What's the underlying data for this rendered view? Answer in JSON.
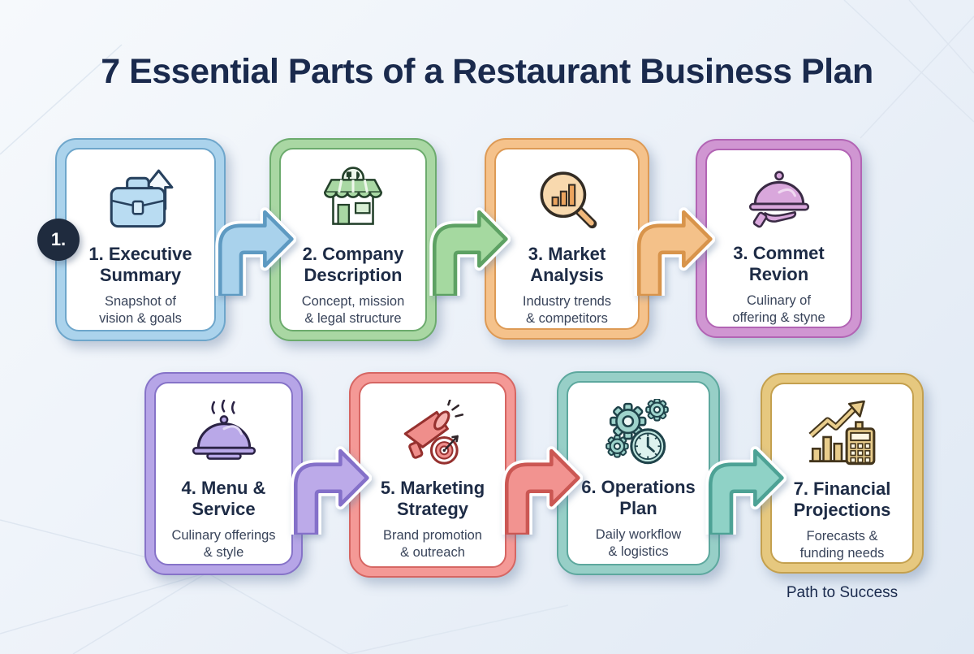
{
  "title": "7 Essential Parts of a Restaurant Business Plan",
  "badge_label": "1.",
  "footer_note": "Path to Success",
  "colors": {
    "title_text": "#1a2a4d",
    "card_title_text": "#1d2b45",
    "card_subtitle_text": "#39445a",
    "badge_bg": "#1f2b3e",
    "badge_text": "#ffffff"
  },
  "cards": [
    {
      "id": "executive-summary",
      "icon": "briefcase-growth-icon",
      "title": "1. Executive\nSummary",
      "subtitle": "Snapshot of\nvision & goals",
      "band": "#abd3ec",
      "stroke": "#6ea6cb"
    },
    {
      "id": "company-description",
      "icon": "storefront-icon",
      "title": "2. Company\nDescription",
      "subtitle": "Concept, mission\n& legal structure",
      "band": "#a9d7a3",
      "stroke": "#6cab6d"
    },
    {
      "id": "market-analysis",
      "icon": "market-analysis-icon",
      "title": "3. Market\nAnalysis",
      "subtitle": "Industry trends\n& competitors",
      "band": "#f5c28b",
      "stroke": "#dd9a55"
    },
    {
      "id": "commet-revion",
      "icon": "cloche-hand-icon",
      "title": "3. Commet\nRevion",
      "subtitle": "Culinary of\noffering & styne",
      "band": "#d096d2",
      "stroke": "#b264b4"
    },
    {
      "id": "menu-service",
      "icon": "cloche-steam-icon",
      "title": "4. Menu &\nService",
      "subtitle": "Culinary offerings\n& style",
      "band": "#b6a5e7",
      "stroke": "#8673c8"
    },
    {
      "id": "marketing-strategy",
      "icon": "megaphone-target-icon",
      "title": "5. Marketing\nStrategy",
      "subtitle": "Brand promotion\n& outreach",
      "band": "#f49996",
      "stroke": "#d66663"
    },
    {
      "id": "operations-plan",
      "icon": "gears-clock-icon",
      "title": "6. Operations\nPlan",
      "subtitle": "Daily workflow\n& logistics",
      "band": "#97cfc7",
      "stroke": "#5da89e"
    },
    {
      "id": "financial-projections",
      "icon": "finance-chart-calculator-icon",
      "title": "7. Financial\nProjections",
      "subtitle": "Forecasts &\nfunding needs",
      "band": "#e6c87f",
      "stroke": "#c4a04e"
    }
  ],
  "arrows": [
    {
      "fill": "#a9d2ec",
      "stroke": "#5e9ac2"
    },
    {
      "fill": "#a5d9a0",
      "stroke": "#5da163"
    },
    {
      "fill": "#f4c189",
      "stroke": "#d8944b"
    },
    {
      "fill": "#bcaae9",
      "stroke": "#8470c9"
    },
    {
      "fill": "#f29390",
      "stroke": "#cb5753"
    },
    {
      "fill": "#8fd2c6",
      "stroke": "#4da295"
    }
  ]
}
